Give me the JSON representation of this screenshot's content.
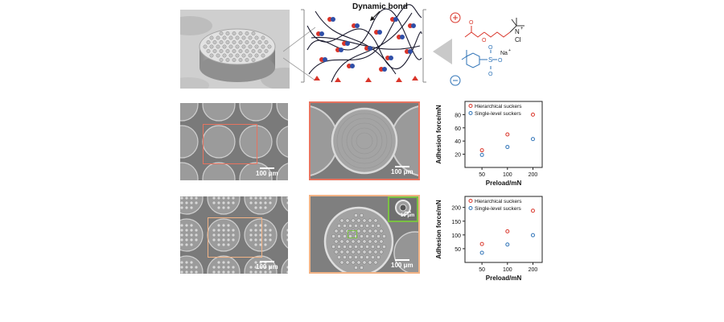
{
  "network": {
    "label": "Dynamic bond"
  },
  "monomers": {
    "plus_sign": "⊕",
    "minus_sign": "⊖",
    "cation_label": "N",
    "cation_charge": "+",
    "chloride": "Cl",
    "sodium": "Na",
    "sodium_charge": "+",
    "sulfonate_s": "S",
    "oxygen": "O",
    "colors": {
      "cationic": "#d9352a",
      "anionic": "#2f73b7"
    }
  },
  "sem": {
    "row2_left_scale": "100 μm",
    "row2_mid_scale": "100 μm",
    "row3_left_scale": "100 μm",
    "row3_mid_scale": "100 μm",
    "row3_inset_scale": "10 μm",
    "frame_colors": {
      "row2": "#e7735f",
      "row3": "#f2b385",
      "inset": "#7ac143"
    }
  },
  "chart_data": [
    {
      "type": "scatter",
      "xlabel": "Preload/mN",
      "ylabel": "Adhesion force/mN",
      "categories": [
        "50",
        "100",
        "200"
      ],
      "ylim": [
        0,
        100
      ],
      "yticks": [
        20,
        40,
        60,
        80
      ],
      "legend_position": "top-left",
      "series": [
        {
          "name": "Hierarchical suckers",
          "color": "#d9352a",
          "values": [
            26,
            50,
            80
          ]
        },
        {
          "name": "Single-level suckers",
          "color": "#2f73b7",
          "values": [
            19,
            31,
            43
          ]
        }
      ]
    },
    {
      "type": "scatter",
      "xlabel": "Preload/mN",
      "ylabel": "Adhesion force/mN",
      "categories": [
        "50",
        "100",
        "200"
      ],
      "ylim": [
        0,
        240
      ],
      "yticks": [
        50,
        100,
        150,
        200
      ],
      "legend_position": "top-left",
      "series": [
        {
          "name": "Hierarchical suckers",
          "color": "#d9352a",
          "values": [
            67,
            113,
            188
          ]
        },
        {
          "name": "Single-level suckers",
          "color": "#2f73b7",
          "values": [
            35,
            65,
            99
          ]
        }
      ]
    }
  ]
}
